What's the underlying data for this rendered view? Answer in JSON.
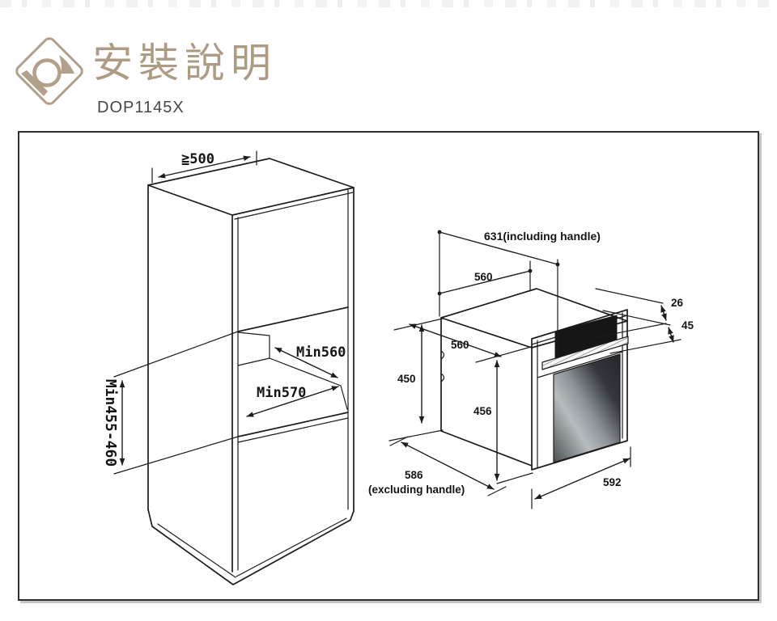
{
  "header": {
    "title": "安裝說明",
    "model": "DOP1145X"
  },
  "colors": {
    "accent_tan": "#ad9b84",
    "line": "#1c1c1c",
    "model_text": "#474747"
  },
  "cabinet": {
    "top_depth_min": "≧500",
    "niche_depth_min": "Min560",
    "niche_width_min": "Min570",
    "niche_height_min": "Min455-460"
  },
  "oven": {
    "depth_incl_handle": "631(including handle)",
    "body_width_top": "560",
    "handle_depth": "26",
    "panel_depth": "45",
    "body_depth": "560",
    "body_height": "450",
    "front_height": "456",
    "depth_excl_handle": "586",
    "depth_excl_handle_note": "(excluding handle)",
    "front_width": "592"
  }
}
